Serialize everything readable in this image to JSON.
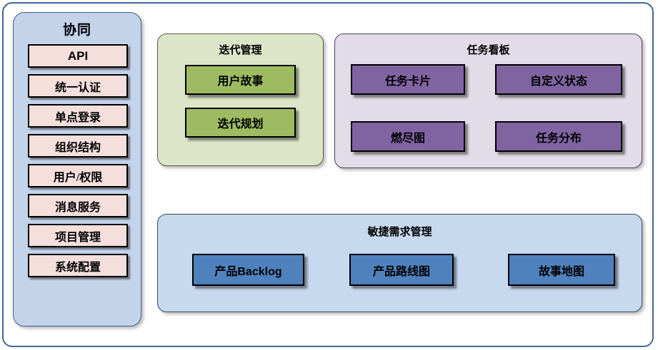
{
  "diagram": {
    "title_hidden": "",
    "colors": {
      "outer_border": "#3f6898",
      "sidebar_bg": "#c3d3ea",
      "sidebar_item_bg": "#f4dfdd",
      "iteration_panel_bg": "#dde5c8",
      "iteration_box_bg": "#9ebb61",
      "taskboard_panel_bg": "#e2dce8",
      "taskboard_box_bg": "#8064a2",
      "backlog_panel_bg": "#c6d9ef",
      "backlog_box_bg": "#4f81bd"
    }
  },
  "sidebar": {
    "title": "协同",
    "items": [
      {
        "label": "API"
      },
      {
        "label": "统一认证"
      },
      {
        "label": "单点登录"
      },
      {
        "label": "组织结构"
      },
      {
        "label": "用户/权限"
      },
      {
        "label": "消息服务"
      },
      {
        "label": "项目管理"
      },
      {
        "label": "系统配置"
      }
    ]
  },
  "panels": {
    "iteration": {
      "title": "迭代管理",
      "boxes": [
        {
          "label": "用户故事"
        },
        {
          "label": "迭代规划"
        }
      ]
    },
    "taskboard": {
      "title": "任务看板",
      "boxes": [
        {
          "label": "任务卡片"
        },
        {
          "label": "自定义状态"
        },
        {
          "label": "燃尽图"
        },
        {
          "label": "任务分布"
        }
      ]
    },
    "backlog": {
      "title": "敏捷需求管理",
      "boxes": [
        {
          "label": "产品Backlog"
        },
        {
          "label": "产品路线图"
        },
        {
          "label": "故事地图"
        }
      ]
    }
  }
}
